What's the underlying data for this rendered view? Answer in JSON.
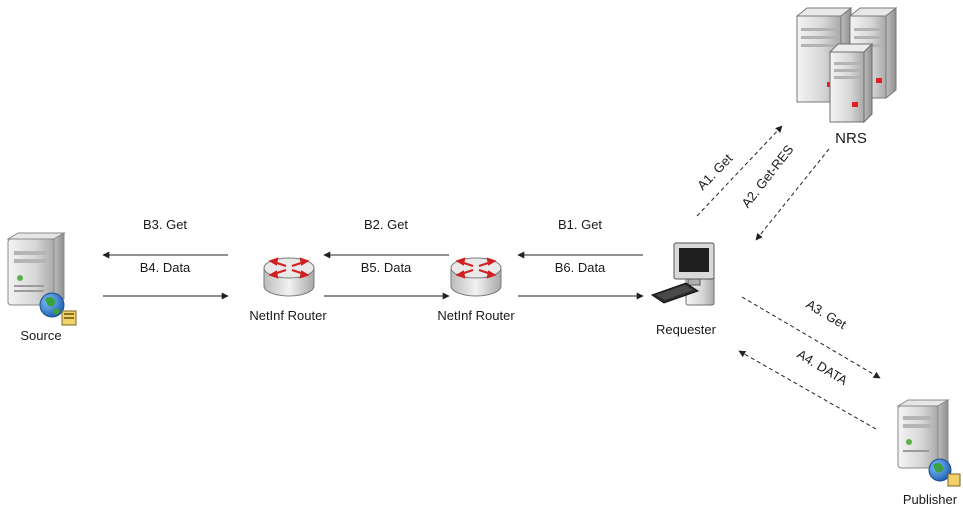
{
  "nodes": {
    "source": "Source",
    "router_left": "NetInf Router",
    "router_right": "NetInf Router",
    "requester": "Requester",
    "nrs": "NRS",
    "publisher": "Publisher"
  },
  "messages": {
    "b3": "B3. Get",
    "b4": "B4. Data",
    "b2": "B2. Get",
    "b5": "B5. Data",
    "b1": "B1. Get",
    "b6": "B6. Data",
    "a1": "A1. Get",
    "a2": "A2. Get-RES",
    "a3": "A3. Get",
    "a4": "A4. DATA"
  },
  "icons": {
    "source": "server-globe-icon",
    "router": "router-icon",
    "requester": "desktop-computer-icon",
    "nrs": "server-stack-icon",
    "publisher": "server-globe-icon"
  },
  "colors": {
    "arrow": "#222222",
    "server_body": "#cfcfcf",
    "server_face": "#e8e8e8",
    "status_light": "#e02020",
    "router_arrow": "#d02020",
    "globe": "#2e7bd6",
    "globe_land": "#3aa340"
  }
}
